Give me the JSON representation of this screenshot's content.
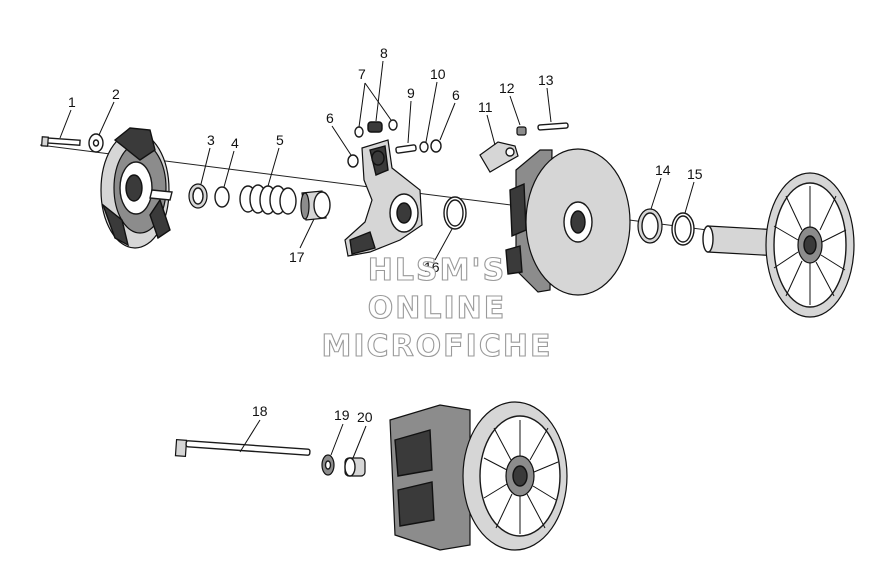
{
  "callouts": [
    {
      "id": "1",
      "text": "1"
    },
    {
      "id": "2",
      "text": "2"
    },
    {
      "id": "3",
      "text": "3"
    },
    {
      "id": "4",
      "text": "4"
    },
    {
      "id": "5",
      "text": "5"
    },
    {
      "id": "6a",
      "text": "6"
    },
    {
      "id": "6b",
      "text": "6"
    },
    {
      "id": "7",
      "text": "7"
    },
    {
      "id": "8",
      "text": "8"
    },
    {
      "id": "9",
      "text": "9"
    },
    {
      "id": "10",
      "text": "10"
    },
    {
      "id": "11",
      "text": "11"
    },
    {
      "id": "12",
      "text": "12"
    },
    {
      "id": "13",
      "text": "13"
    },
    {
      "id": "14",
      "text": "14"
    },
    {
      "id": "15",
      "text": "15"
    },
    {
      "id": "16",
      "text": "16"
    },
    {
      "id": "17",
      "text": "17"
    },
    {
      "id": "18",
      "text": "18"
    },
    {
      "id": "19",
      "text": "19"
    },
    {
      "id": "20",
      "text": "20"
    }
  ],
  "watermark": {
    "line1": "HLSM'S",
    "line2": "ONLINE",
    "line3": "MICROFICHE"
  }
}
